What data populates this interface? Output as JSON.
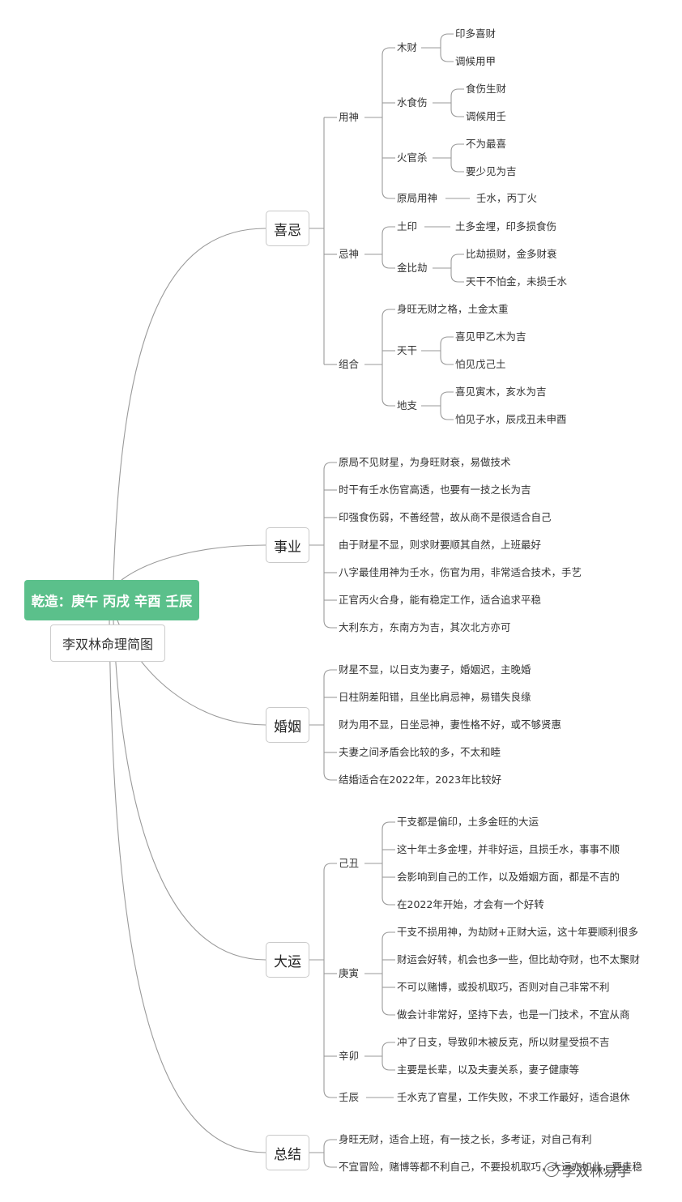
{
  "root": {
    "title": "乾造：庚午 丙戌 辛酉 壬辰",
    "subtitle": "李双林命理简图"
  },
  "categories": {
    "xiji": {
      "label": "喜忌",
      "yongshen": {
        "label": "用神",
        "mucai": {
          "label": "木财",
          "items": [
            "印多喜财",
            "调候用甲"
          ]
        },
        "shuishishang": {
          "label": "水食伤",
          "items": [
            "食伤生财",
            "调候用壬"
          ]
        },
        "huoguansha": {
          "label": "火官杀",
          "items": [
            "不为最喜",
            "要少见为吉"
          ]
        },
        "yuanju": {
          "label": "原局用神",
          "value": "壬水，丙丁火"
        }
      },
      "jishen": {
        "label": "忌神",
        "tuyin": {
          "label": "土印",
          "value": "土多金埋，印多损食伤"
        },
        "jinbijie": {
          "label": "金比劫",
          "items": [
            "比劫损财，金多财衰",
            "天干不怕金，未损壬水"
          ]
        }
      },
      "zuhe": {
        "label": "组合",
        "first": "身旺无财之格，土金太重",
        "tiangan": {
          "label": "天干",
          "items": [
            "喜见甲乙木为吉",
            "怕见戊己土"
          ]
        },
        "dizhi": {
          "label": "地支",
          "items": [
            "喜见寅木，亥水为吉",
            "怕见子水，辰戌丑未申酉"
          ]
        }
      }
    },
    "career": {
      "label": "事业",
      "items": [
        "原局不见财星，为身旺财衰，易做技术",
        "时干有壬水伤官高透，也要有一技之长为吉",
        "印强食伤弱，不善经营，故从商不是很适合自己",
        "由于财星不显，则求财要顺其自然，上班最好",
        "八字最佳用神为壬水，伤官为用，非常适合技术，手艺",
        "正官丙火合身，能有稳定工作，适合追求平稳",
        "大利东方，东南方为吉，其次北方亦可"
      ]
    },
    "marriage": {
      "label": "婚姻",
      "items": [
        "财星不显，以日支为妻子，婚姻迟，主晚婚",
        "日柱阴差阳错，且坐比肩忌神，易错失良缘",
        "财为用不显，日坐忌神，妻性格不好，或不够贤惠",
        "夫妻之间矛盾会比较的多，不太和睦",
        "结婚适合在2022年，2023年比较好"
      ]
    },
    "dayun": {
      "label": "大运",
      "jichou": {
        "label": "己丑",
        "items": [
          "干支都是偏印，土多金旺的大运",
          "这十年土多金埋，并非好运，且损壬水，事事不顺",
          "会影响到自己的工作，以及婚姻方面，都是不吉的",
          "在2022年开始，才会有一个好转"
        ]
      },
      "gengyin": {
        "label": "庚寅",
        "items": [
          "干支不损用神，为劫财+正财大运，这十年要顺利很多",
          "财运会好转，机会也多一些，但比劫夺财，也不太聚财",
          "不可以赌博，或投机取巧，否则对自己非常不利",
          "做会计非常好，坚持下去，也是一门技术，不宜从商"
        ]
      },
      "xinmao": {
        "label": "辛卯",
        "items": [
          "冲了日支，导致卯木被反克，所以财星受损不吉",
          "主要是长辈，以及夫妻关系，妻子健康等"
        ]
      },
      "renchen": {
        "label": "壬辰",
        "value": "壬水克了官星，工作失败，不求工作最好，适合退休"
      }
    },
    "summary": {
      "label": "总结",
      "items": [
        "身旺无财，适合上班，有一技之长，多考证，对自己有利",
        "不宜冒险，赌博等都不利自己，不要投机取巧，大运亦如此，要走稳"
      ]
    }
  },
  "watermark": "李双林易学",
  "colors": {
    "root_bg": "#5bc08b",
    "line": "#9a9a9a",
    "box_border": "#c9c9c9"
  }
}
